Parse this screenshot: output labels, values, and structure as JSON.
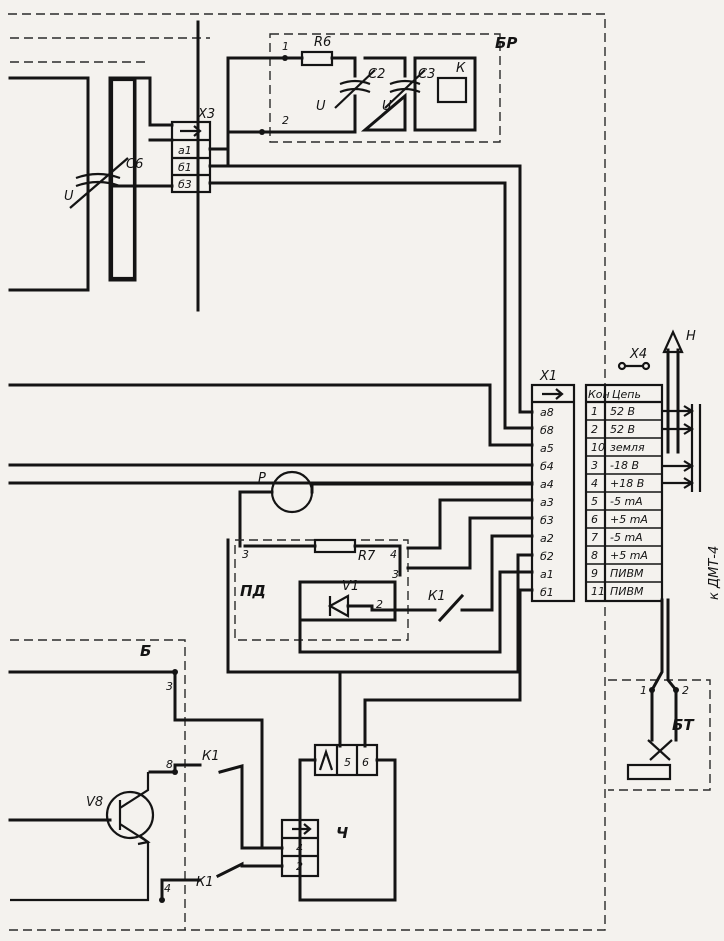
{
  "labels": {
    "br": "БР",
    "x3": "Х3",
    "r6": "R6",
    "c2": "С2",
    "c3": "С3",
    "k": "К",
    "u1": "U",
    "u2": "U",
    "c6": "С6",
    "u3": "U",
    "node1": "1",
    "node2": "2",
    "x1": "Х1",
    "x4": "Х4",
    "h": "Н",
    "kdmt": "к ДМТ-4",
    "p": "Р",
    "r7": "R7",
    "pd": "ПД",
    "v1": "V1",
    "k1a": "К1",
    "k1b": "К1",
    "k1c": "К1",
    "b": "Б",
    "v8": "V8",
    "ch": "Ч",
    "bt": "БТ",
    "pd3a": "3",
    "pd3b": "3",
    "pd4": "4",
    "pd2": "2",
    "b3": "3",
    "b8": "8",
    "b4": "4",
    "ch4": "4",
    "ch2": "2",
    "ch5": "5",
    "ch6": "6",
    "bt1": "1",
    "bt2": "2"
  },
  "x3_pins": [
    "а1",
    "б1",
    "б3"
  ],
  "x1_pins": [
    "а8",
    "б8",
    "а5",
    "б4",
    "а4",
    "а3",
    "б3",
    "а2",
    "б2",
    "а1",
    "б1"
  ],
  "circuit_table": {
    "headers": [
      "Кон",
      "Цепь"
    ],
    "rows": [
      [
        "1",
        "52 В"
      ],
      [
        "2",
        "52 В"
      ],
      [
        "10",
        "земля"
      ],
      [
        "3",
        "-18 В"
      ],
      [
        "4",
        "+18 В"
      ],
      [
        "5",
        "-5 mA"
      ],
      [
        "6",
        "+5 mA"
      ],
      [
        "7",
        "-5 mA"
      ],
      [
        "8",
        "+5 mA"
      ],
      [
        "9",
        "ПИВМ"
      ],
      [
        "11",
        "ПИВМ"
      ]
    ]
  }
}
